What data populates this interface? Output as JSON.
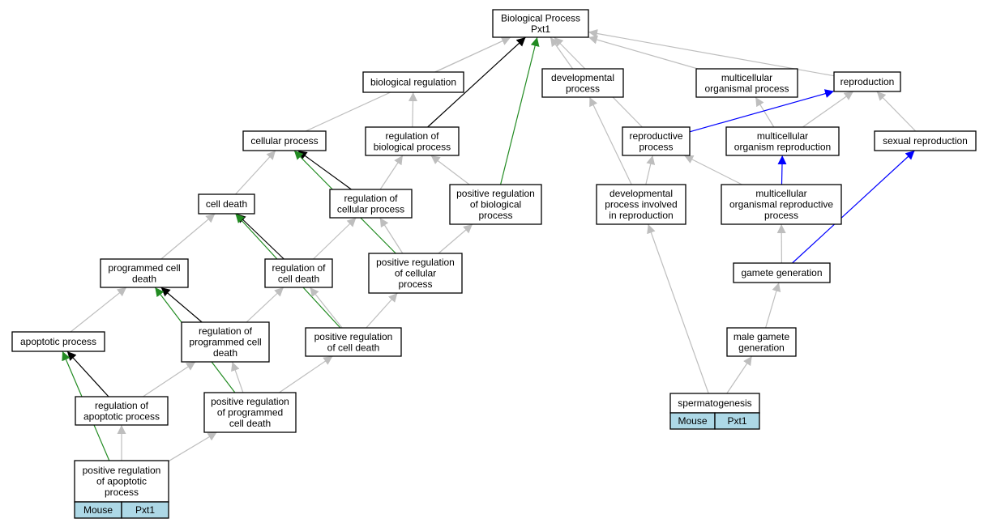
{
  "nodes": [
    {
      "id": "bp",
      "lines": [
        "Biological Process",
        "Pxt1"
      ]
    },
    {
      "id": "biological_regulation",
      "lines": [
        "biological regulation"
      ]
    },
    {
      "id": "developmental_process",
      "lines": [
        "developmental",
        "process"
      ]
    },
    {
      "id": "multicellular_organismal_process",
      "lines": [
        "multicellular",
        "organismal process"
      ]
    },
    {
      "id": "reproduction",
      "lines": [
        "reproduction"
      ]
    },
    {
      "id": "cellular_process",
      "lines": [
        "cellular process"
      ]
    },
    {
      "id": "regulation_of_biological_process",
      "lines": [
        "regulation of",
        "biological process"
      ]
    },
    {
      "id": "reproductive_process",
      "lines": [
        "reproductive",
        "process"
      ]
    },
    {
      "id": "multicellular_organism_reproduction",
      "lines": [
        "multicellular",
        "organism reproduction"
      ]
    },
    {
      "id": "sexual_reproduction",
      "lines": [
        "sexual reproduction"
      ]
    },
    {
      "id": "cell_death",
      "lines": [
        "cell death"
      ]
    },
    {
      "id": "regulation_of_cellular_process",
      "lines": [
        "regulation of",
        "cellular process"
      ]
    },
    {
      "id": "positive_regulation_of_biological_process",
      "lines": [
        "positive regulation",
        "of biological",
        "process"
      ]
    },
    {
      "id": "developmental_process_involved_in_reproduction",
      "lines": [
        "developmental",
        "process involved",
        "in reproduction"
      ]
    },
    {
      "id": "multicellular_organismal_reproductive_process",
      "lines": [
        "multicellular",
        "organismal reproductive",
        "process"
      ]
    },
    {
      "id": "programmed_cell_death",
      "lines": [
        "programmed cell",
        "death"
      ]
    },
    {
      "id": "regulation_of_cell_death",
      "lines": [
        "regulation of",
        "cell death"
      ]
    },
    {
      "id": "positive_regulation_of_cellular_process",
      "lines": [
        "positive regulation",
        "of cellular",
        "process"
      ]
    },
    {
      "id": "gamete_generation",
      "lines": [
        "gamete generation"
      ]
    },
    {
      "id": "apoptotic_process",
      "lines": [
        "apoptotic process"
      ]
    },
    {
      "id": "regulation_of_programmed_cell_death",
      "lines": [
        "regulation of",
        "programmed cell",
        "death"
      ]
    },
    {
      "id": "positive_regulation_of_cell_death",
      "lines": [
        "positive regulation",
        "of cell death"
      ]
    },
    {
      "id": "male_gamete_generation",
      "lines": [
        "male gamete",
        "generation"
      ]
    },
    {
      "id": "regulation_of_apoptotic_process",
      "lines": [
        "regulation of",
        "apoptotic process"
      ]
    },
    {
      "id": "positive_regulation_of_programmed_cell_death",
      "lines": [
        "positive regulation",
        "of programmed",
        "cell death"
      ]
    },
    {
      "id": "spermatogenesis",
      "lines": [
        "spermatogenesis"
      ],
      "cells": [
        "Mouse",
        "Pxt1"
      ]
    },
    {
      "id": "positive_regulation_of_apoptotic_process",
      "lines": [
        "positive regulation",
        "of apoptotic",
        "process"
      ],
      "cells": [
        "Mouse",
        "Pxt1"
      ]
    }
  ],
  "edge_colors": {
    "is_a": "#bebebe",
    "regulates": "#000000",
    "positively_regulates": "#228b22",
    "part_of": "#0000ff"
  },
  "edges": [
    {
      "from": "biological_regulation",
      "to": "bp",
      "type": "is_a"
    },
    {
      "from": "developmental_process",
      "to": "bp",
      "type": "is_a"
    },
    {
      "from": "multicellular_organismal_process",
      "to": "bp",
      "type": "is_a"
    },
    {
      "from": "reproduction",
      "to": "bp",
      "type": "is_a"
    },
    {
      "from": "cellular_process",
      "to": "bp",
      "type": "is_a"
    },
    {
      "from": "regulation_of_biological_process",
      "to": "bp",
      "type": "regulates"
    },
    {
      "from": "positive_regulation_of_biological_process",
      "to": "bp",
      "type": "positively_regulates"
    },
    {
      "from": "reproductive_process",
      "to": "bp",
      "type": "is_a"
    },
    {
      "from": "regulation_of_biological_process",
      "to": "biological_regulation",
      "type": "is_a"
    },
    {
      "from": "developmental_process_involved_in_reproduction",
      "to": "developmental_process",
      "type": "is_a"
    },
    {
      "from": "multicellular_organism_reproduction",
      "to": "multicellular_organismal_process",
      "type": "is_a"
    },
    {
      "from": "reproductive_process",
      "to": "reproduction",
      "type": "part_of"
    },
    {
      "from": "multicellular_organism_reproduction",
      "to": "reproduction",
      "type": "is_a"
    },
    {
      "from": "sexual_reproduction",
      "to": "reproduction",
      "type": "is_a"
    },
    {
      "from": "cell_death",
      "to": "cellular_process",
      "type": "is_a"
    },
    {
      "from": "regulation_of_cellular_process",
      "to": "cellular_process",
      "type": "regulates"
    },
    {
      "from": "positive_regulation_of_cellular_process",
      "to": "cellular_process",
      "type": "positively_regulates"
    },
    {
      "from": "regulation_of_cellular_process",
      "to": "regulation_of_biological_process",
      "type": "is_a"
    },
    {
      "from": "positive_regulation_of_biological_process",
      "to": "regulation_of_biological_process",
      "type": "is_a"
    },
    {
      "from": "developmental_process_involved_in_reproduction",
      "to": "reproductive_process",
      "type": "is_a"
    },
    {
      "from": "multicellular_organismal_reproductive_process",
      "to": "reproductive_process",
      "type": "is_a"
    },
    {
      "from": "multicellular_organismal_reproductive_process",
      "to": "multicellular_organism_reproduction",
      "type": "part_of"
    },
    {
      "from": "gamete_generation",
      "to": "sexual_reproduction",
      "type": "part_of"
    },
    {
      "from": "programmed_cell_death",
      "to": "cell_death",
      "type": "is_a"
    },
    {
      "from": "regulation_of_cell_death",
      "to": "cell_death",
      "type": "regulates"
    },
    {
      "from": "positive_regulation_of_cell_death",
      "to": "cell_death",
      "type": "positively_regulates"
    },
    {
      "from": "regulation_of_cell_death",
      "to": "regulation_of_cellular_process",
      "type": "is_a"
    },
    {
      "from": "positive_regulation_of_cellular_process",
      "to": "regulation_of_cellular_process",
      "type": "is_a"
    },
    {
      "from": "positive_regulation_of_cellular_process",
      "to": "positive_regulation_of_biological_process",
      "type": "is_a"
    },
    {
      "from": "spermatogenesis",
      "to": "developmental_process_involved_in_reproduction",
      "type": "is_a"
    },
    {
      "from": "gamete_generation",
      "to": "multicellular_organismal_reproductive_process",
      "type": "is_a"
    },
    {
      "from": "apoptotic_process",
      "to": "programmed_cell_death",
      "type": "is_a"
    },
    {
      "from": "regulation_of_programmed_cell_death",
      "to": "programmed_cell_death",
      "type": "regulates"
    },
    {
      "from": "positive_regulation_of_programmed_cell_death",
      "to": "programmed_cell_death",
      "type": "positively_regulates"
    },
    {
      "from": "regulation_of_programmed_cell_death",
      "to": "regulation_of_cell_death",
      "type": "is_a"
    },
    {
      "from": "positive_regulation_of_cell_death",
      "to": "regulation_of_cell_death",
      "type": "is_a"
    },
    {
      "from": "positive_regulation_of_cell_death",
      "to": "positive_regulation_of_cellular_process",
      "type": "is_a"
    },
    {
      "from": "male_gamete_generation",
      "to": "gamete_generation",
      "type": "is_a"
    },
    {
      "from": "regulation_of_apoptotic_process",
      "to": "apoptotic_process",
      "type": "regulates"
    },
    {
      "from": "positive_regulation_of_apoptotic_process",
      "to": "apoptotic_process",
      "type": "positively_regulates"
    },
    {
      "from": "regulation_of_apoptotic_process",
      "to": "regulation_of_programmed_cell_death",
      "type": "is_a"
    },
    {
      "from": "positive_regulation_of_programmed_cell_death",
      "to": "regulation_of_programmed_cell_death",
      "type": "is_a"
    },
    {
      "from": "positive_regulation_of_programmed_cell_death",
      "to": "positive_regulation_of_cell_death",
      "type": "is_a"
    },
    {
      "from": "spermatogenesis",
      "to": "male_gamete_generation",
      "type": "is_a"
    },
    {
      "from": "positive_regulation_of_apoptotic_process",
      "to": "regulation_of_apoptotic_process",
      "type": "is_a"
    },
    {
      "from": "positive_regulation_of_apoptotic_process",
      "to": "positive_regulation_of_programmed_cell_death",
      "type": "is_a"
    }
  ]
}
